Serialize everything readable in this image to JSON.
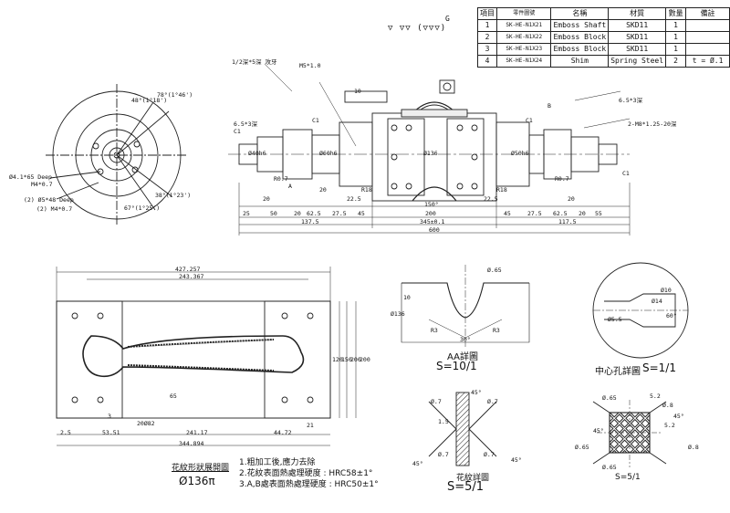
{
  "finish_marks": {
    "symbols": "▽ ▽▽ (▽▽▽)",
    "grade": "G"
  },
  "bom": {
    "headers": [
      "項目",
      "零件圖號",
      "名稱",
      "材質",
      "數量",
      "備註"
    ],
    "rows": [
      {
        "no": "1",
        "code": "SK-HE-N1X21",
        "name": "Emboss Shaft",
        "material": "SKD11",
        "qty": "1",
        "note": ""
      },
      {
        "no": "2",
        "code": "SK-HE-N1X22",
        "name": "Emboss Block",
        "material": "SKD11",
        "qty": "1",
        "note": ""
      },
      {
        "no": "3",
        "code": "SK-HE-N1X23",
        "name": "Emboss Block",
        "material": "SKD11",
        "qty": "1",
        "note": ""
      },
      {
        "no": "4",
        "code": "SK-HE-N1X24",
        "name": "Shim",
        "material": "Spring Steel",
        "qty": "2",
        "note": "t = Ø.1"
      }
    ]
  },
  "views": {
    "aa_title": "AA詳圖",
    "aa_scale": "S=10/1",
    "center_title": "中心孔詳圖",
    "center_scale": "S=1/1",
    "knurl_title": "花紋詳圖",
    "knurl_scale": "S=5/1",
    "knurl2_scale": "S=5/1",
    "pattern_title": "花紋形狀展開圖",
    "pattern_value": "Ø136π"
  },
  "notes": [
    "1.粗加工後,應力去除",
    "2.花紋表面熱處理硬度 : HRC58±1°",
    "3.A,B處表面熱處理硬度 : HRC50±1°"
  ],
  "dims": {
    "shaft": [
      "25",
      "50",
      "20",
      "62.5",
      "27.5",
      "45",
      "200",
      "45",
      "27.5",
      "62.5",
      "20",
      "55",
      "137.5",
      "345±0.1",
      "117.5",
      "600",
      "150°",
      "10",
      "20",
      "20",
      "22.5",
      "22.5",
      "20",
      "C1",
      "C1",
      "C1",
      "C1",
      "6.5*3深",
      "6.5*3深",
      "M5*1.0",
      "2-M8*1.25-20深",
      "R0.7",
      "R0.7",
      "R18",
      "R18",
      "A",
      "B",
      "Ø40h6",
      "Ø60h6",
      "Ø136",
      "Ø50h6",
      "1/2深*5深 攻牙"
    ],
    "end": [
      "48°(1°18')",
      "78°(1°46')",
      "Ø4.1*65 Deep",
      "M4*0.7",
      "(2) Ø5*48 Deep",
      "(2) M4*0.7",
      "67°(1°25')",
      "38°(1°23')"
    ],
    "pattern": [
      "427.257",
      "243.367",
      "2.5",
      "53.51",
      "241.17",
      "44.72",
      "344.894",
      "20Ø82",
      "3",
      "65",
      "21",
      "120",
      "150",
      "200",
      "200"
    ],
    "aa": [
      "Ø.65",
      "Ø136",
      "10",
      "R3",
      "R3",
      "30°"
    ],
    "center": [
      "Ø14",
      "Ø10",
      "Ø5.5",
      "60°"
    ],
    "knurl": [
      "45°",
      "Ø.7",
      "Ø.7",
      "Ø.7",
      "Ø.7",
      "1.5",
      "45°",
      "45°"
    ],
    "knurl2": [
      "Ø.65",
      "Ø.65",
      "Ø.65",
      "Ø.8",
      "Ø.8",
      "5.2",
      "5.2",
      "45°",
      "45°"
    ]
  }
}
